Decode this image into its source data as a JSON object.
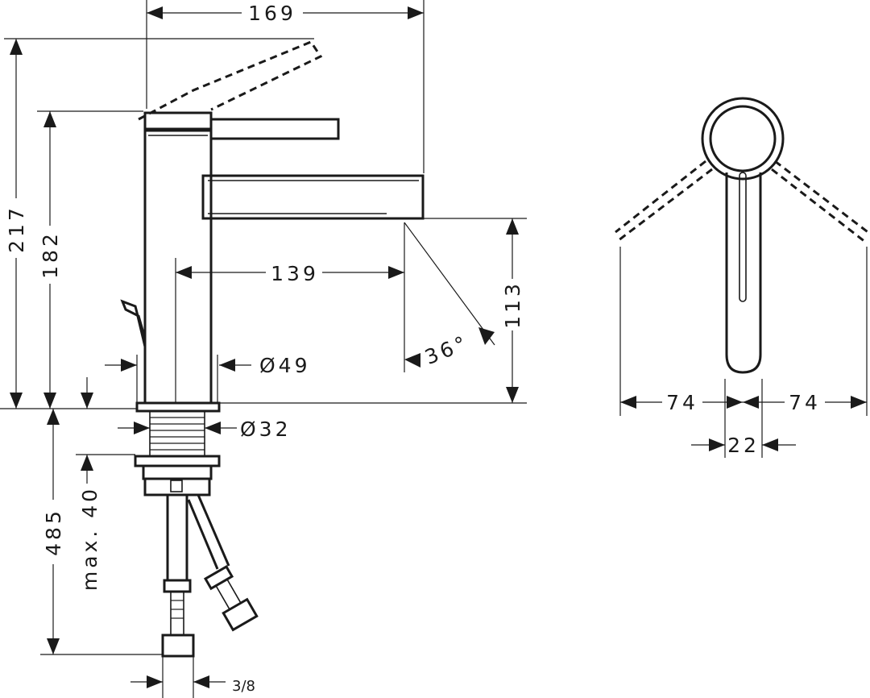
{
  "dimensions": {
    "width_top": "169",
    "total_height": "217",
    "body_height": "182",
    "spout_reach": "139",
    "spout_height": "113",
    "spout_angle": "36°",
    "body_diameter": "Ø49",
    "shank_diameter": "Ø32",
    "total_depth": "485",
    "max_thickness": "max. 40",
    "connection_size": "3/8",
    "lever_swing_left": "74",
    "lever_swing_right": "74",
    "lever_width": "22"
  }
}
